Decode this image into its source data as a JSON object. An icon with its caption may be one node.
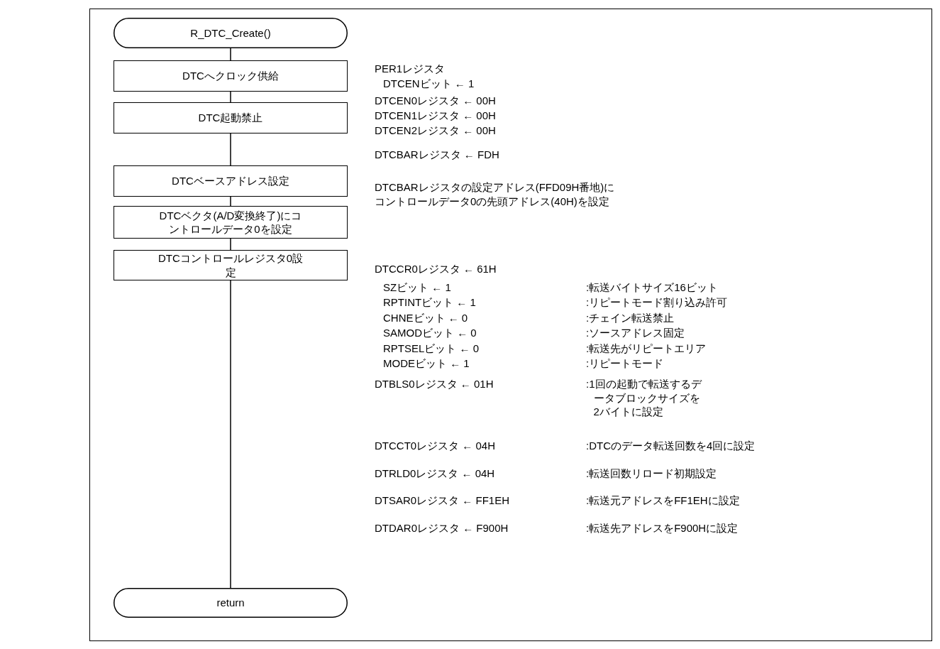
{
  "diagram": {
    "nodes": [
      {
        "text": [
          "R_DTC_Create()"
        ]
      },
      {
        "text": [
          "DTCへクロック供給"
        ],
        "beside": [
          "PER1レジスタ",
          "DTCENビット ← 1"
        ]
      },
      {
        "text": [
          "DTC起動禁止"
        ],
        "beside": [
          "DTCEN0レジスタ ← 00H",
          "DTCEN1レジスタ ← 00H",
          "DTCEN2レジスタ ← 00H"
        ]
      },
      {
        "text": [
          "DTCベースアドレス設定"
        ],
        "beside": [
          "DTCBARレジスタ ← FDH"
        ]
      },
      {
        "text": [
          "DTCベクタ(A/D変換終了)にコントロールデータ0を設定"
        ],
        "beside": [
          "DTCBARレジスタの設定アドレス(FFD09H番地)にコントロールデータ0の先頭アドレス(40H)を設定"
        ]
      },
      {
        "text": [
          "DTCコントロールレジスタ0設定"
        ],
        "beside": [
          "DTCCR0レジスタ ← 61H",
          "SZビット ← 1",
          ":転送バイトサイズ16ビット",
          "RPTINTビット ← 1",
          ":リピートモード割り込み許可",
          "CHNEビット ← 0",
          ":チェイン転送禁止",
          "SAMODビット ← 0",
          ":ソースアドレス固定",
          "RPTSELビット ← 0",
          ":転送先がリピートエリア",
          "MODEビット ← 1",
          ":リピートモード",
          "DTBLS0レジスタ ← 01H",
          ":1回の起動で転送するデータブロックサイズを2バイトに設定",
          "DTCCT0レジスタ ← 04H",
          ":DTCのデータ転送回数を4回に設定",
          "DTRLD0レジスタ ← 04H",
          ":転送回数リロード初期設定",
          "DTSAR0レジスタ ← FF1EH",
          ":転送元アドレスをFF1EHに設定",
          "DTDAR0レジスタ ← F900H",
          ":転送先アドレスをF900Hに設定"
        ]
      },
      {
        "text": [
          "return"
        ]
      }
    ],
    "edges": [
      {
        "from": 0,
        "to": 1,
        "arrow": "none"
      },
      {
        "from": 1,
        "to": 2,
        "arrow": "none"
      },
      {
        "from": 2,
        "to": 3,
        "arrow": "none"
      },
      {
        "from": 3,
        "to": 4,
        "arrow": "none"
      },
      {
        "from": 4,
        "to": 5,
        "arrow": "none"
      },
      {
        "from": 5,
        "to": 6,
        "arrow": "none"
      }
    ]
  }
}
